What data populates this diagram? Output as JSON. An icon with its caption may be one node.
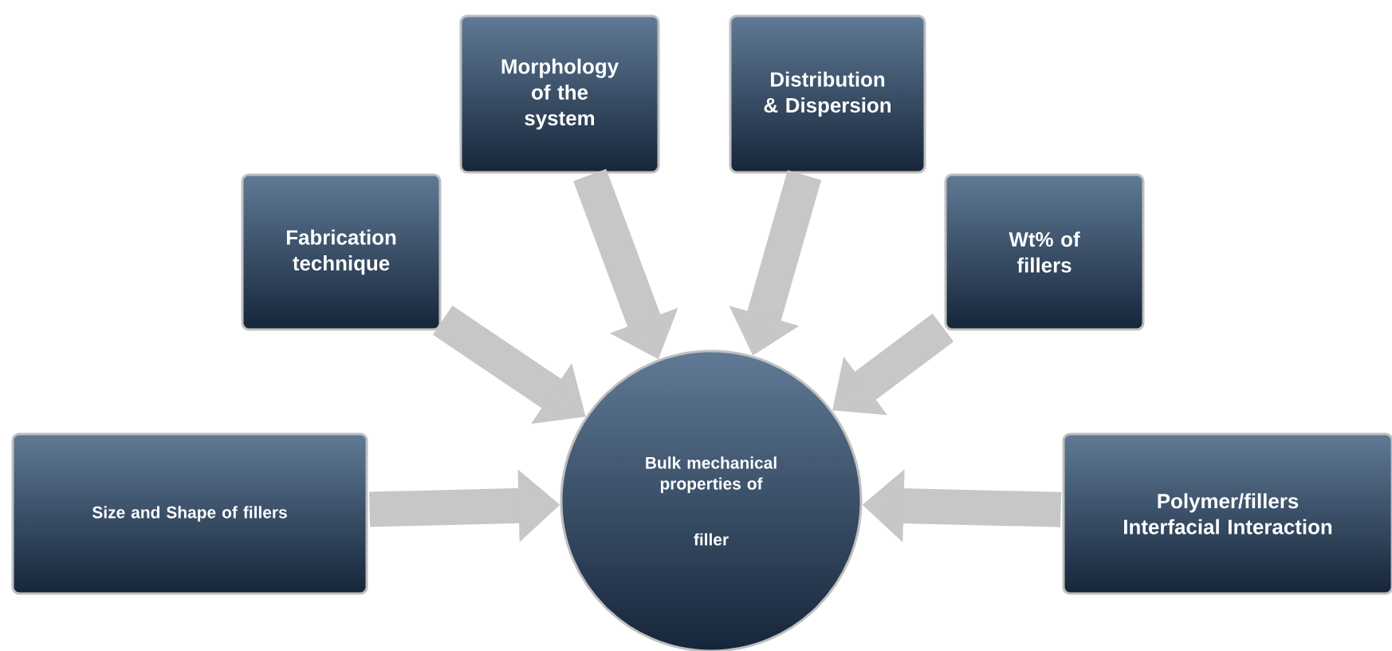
{
  "diagram": {
    "nodes": [
      {
        "text": [
          "Bulk mechanical properties of",
          "filler"
        ]
      },
      {
        "text": [
          "Size and Shape of fillers"
        ]
      },
      {
        "text": [
          "Fabrication technique"
        ]
      },
      {
        "text": [
          "Morphology of the system"
        ]
      },
      {
        "text": [
          "Distribution & Dispersion"
        ]
      },
      {
        "text": [
          "Wt% of fillers"
        ]
      },
      {
        "text": [
          "Polymer/fillers Interfacial Interaction"
        ]
      }
    ],
    "edges": [
      {
        "from": 1,
        "to": 0,
        "arrow": "to"
      },
      {
        "from": 2,
        "to": 0,
        "arrow": "to"
      },
      {
        "from": 3,
        "to": 0,
        "arrow": "to"
      },
      {
        "from": 4,
        "to": 0,
        "arrow": "to"
      },
      {
        "from": 5,
        "to": 0,
        "arrow": "to"
      },
      {
        "from": 6,
        "to": 0,
        "arrow": "to"
      }
    ]
  }
}
